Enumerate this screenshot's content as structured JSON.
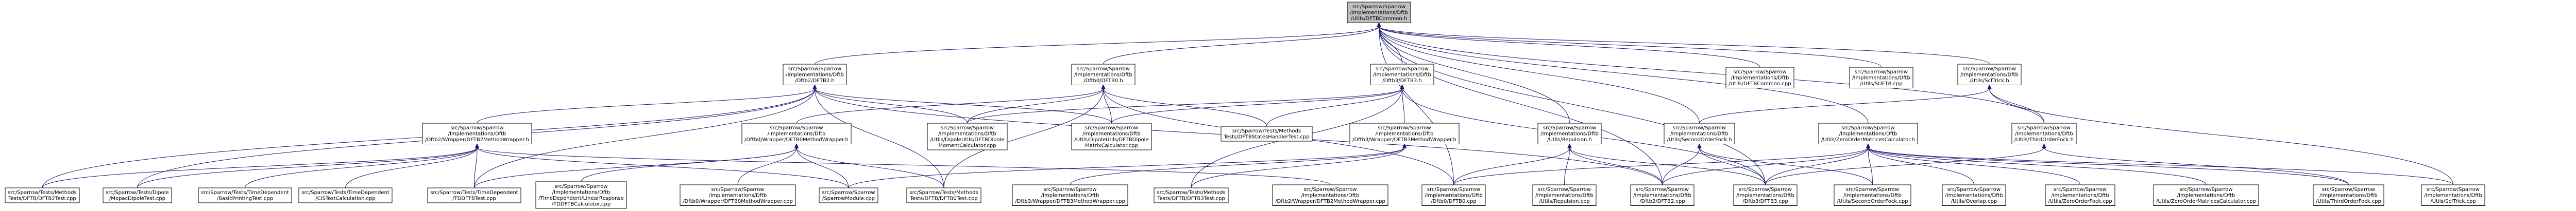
{
  "graph": {
    "nodes": [
      {
        "id": "root",
        "lines": [
          "src/Sparrow/Sparrow",
          "/Implementations/Dftb",
          "/Utils/DFTBCommon.h"
        ],
        "root": true
      },
      {
        "id": "dftb2_h",
        "lines": [
          "src/Sparrow/Sparrow",
          "/Implementations/Dftb",
          "/Dftb2/DFTB2.h"
        ]
      },
      {
        "id": "dftb0_h",
        "lines": [
          "src/Sparrow/Sparrow",
          "/Implementations/Dftb",
          "/Dftb0/DFTB0.h"
        ]
      },
      {
        "id": "dftb3_h",
        "lines": [
          "src/Sparrow/Sparrow",
          "/Implementations/Dftb",
          "/Dftb3/DFTB3.h"
        ]
      },
      {
        "id": "dftbcommon_cpp",
        "lines": [
          "src/Sparrow/Sparrow",
          "/Implementations/Dftb",
          "/Utils/DFTBCommon.cpp"
        ]
      },
      {
        "id": "sdftb_cpp",
        "lines": [
          "src/Sparrow/Sparrow",
          "/Implementations/Dftb",
          "/Utils/SDFTB.cpp"
        ]
      },
      {
        "id": "scftrick_h",
        "lines": [
          "src/Sparrow/Sparrow",
          "/Implementations/Dftb",
          "/Utils/ScfTrick.h"
        ]
      },
      {
        "id": "dftb2_mw_h",
        "lines": [
          "src/Sparrow/Sparrow",
          "/Implementations/Dftb",
          "/Dftb2/Wrapper/DFTB2MethodWrapper.h"
        ]
      },
      {
        "id": "dftb0_mw_h",
        "lines": [
          "src/Sparrow/Sparrow",
          "/Implementations/Dftb",
          "/Dftb0/Wrapper/DFTB0MethodWrapper.h"
        ]
      },
      {
        "id": "dipole_moment_cpp",
        "lines": [
          "src/Sparrow/Sparrow",
          "/Implementations/Dftb",
          "/Utils/DipoleUtils/DFTBDipole",
          "MomentCalculator.cpp"
        ]
      },
      {
        "id": "dipole_matrix_cpp",
        "lines": [
          "src/Sparrow/Sparrow",
          "/Implementations/Dftb",
          "/Utils/DipoleUtils/DFTBDipole",
          "MatrixCalculator.cpp"
        ]
      },
      {
        "id": "dftb_states_test",
        "lines": [
          "src/Sparrow/Tests/Methods",
          "Tests/DFTBStatesHandlerTest.cpp"
        ]
      },
      {
        "id": "dftb3_mw_h",
        "lines": [
          "src/Sparrow/Sparrow",
          "/Implementations/Dftb",
          "/Dftb3/Wrapper/DFTB3MethodWrapper.h"
        ]
      },
      {
        "id": "repulsion_h",
        "lines": [
          "src/Sparrow/Sparrow",
          "/Implementations/Dftb",
          "/Utils/Repulsion.h"
        ]
      },
      {
        "id": "second_order_h",
        "lines": [
          "src/Sparrow/Sparrow",
          "/Implementations/Dftb",
          "/Utils/SecondOrderFock.h"
        ]
      },
      {
        "id": "zero_order_h",
        "lines": [
          "src/Sparrow/Sparrow",
          "/Implementations/Dftb",
          "/Utils/ZeroOrderMatricesCalculator.h"
        ]
      },
      {
        "id": "third_order_h",
        "lines": [
          "src/Sparrow/Sparrow",
          "/Implementations/Dftb",
          "/Utils/ThirdOrderFock.h"
        ]
      },
      {
        "id": "dftb2_test",
        "lines": [
          "src/Sparrow/Tests/Methods",
          "Tests/DFTB/DFTB2Test.cpp"
        ]
      },
      {
        "id": "mopac_dipole_test",
        "lines": [
          "src/Sparrow/Tests/Dipole",
          "/MopacDipoleTest.cpp"
        ]
      },
      {
        "id": "basic_printing_test",
        "lines": [
          "src/Sparrow/Tests/TimeDependent",
          "/BasicPrintingTest.cpp"
        ]
      },
      {
        "id": "cis_test",
        "lines": [
          "src/Sparrow/Tests/TimeDependent",
          "/CISTestCalculation.cpp"
        ]
      },
      {
        "id": "tddftb_test",
        "lines": [
          "src/Sparrow/Tests/TimeDependent",
          "/TDDFTBTest.cpp"
        ]
      },
      {
        "id": "tddftb_calc_cpp",
        "lines": [
          "src/Sparrow/Sparrow",
          "/Implementations/Dftb",
          "/TimeDependent/LinearResponse",
          "/TDDFTBCalculator.cpp"
        ]
      },
      {
        "id": "dftb0_mw_cpp",
        "lines": [
          "src/Sparrow/Sparrow",
          "/Implementations/Dftb",
          "/Dftb0/Wrapper/DFTB0MethodWrapper.cpp"
        ]
      },
      {
        "id": "sparrow_module_cpp",
        "lines": [
          "src/Sparrow/Sparrow",
          "/SparrowModule.cpp"
        ]
      },
      {
        "id": "dftb0_test",
        "lines": [
          "src/Sparrow/Tests/Methods",
          "Tests/DFTB/DFTB0Test.cpp"
        ]
      },
      {
        "id": "dftb3_mw_cpp",
        "lines": [
          "src/Sparrow/Sparrow",
          "/Implementations/Dftb",
          "/Dftb3/Wrapper/DFTB3MethodWrapper.cpp"
        ]
      },
      {
        "id": "dftb3_test",
        "lines": [
          "src/Sparrow/Tests/Methods",
          "Tests/DFTB/DFTB3Test.cpp"
        ]
      },
      {
        "id": "dftb2_mw_cpp",
        "lines": [
          "src/Sparrow/Sparrow",
          "/Implementations/Dftb",
          "/Dftb2/Wrapper/DFTB2MethodWrapper.cpp"
        ]
      },
      {
        "id": "dftb0_cpp",
        "lines": [
          "src/Sparrow/Sparrow",
          "/Implementations/Dftb",
          "/Dftb0/DFTB0.cpp"
        ]
      },
      {
        "id": "repulsion_cpp",
        "lines": [
          "src/Sparrow/Sparrow",
          "/Implementations/Dftb",
          "/Utils/Repulsion.cpp"
        ]
      },
      {
        "id": "dftb2_cpp",
        "lines": [
          "src/Sparrow/Sparrow",
          "/Implementations/Dftb",
          "/Dftb2/DFTB2.cpp"
        ]
      },
      {
        "id": "dftb3_cpp",
        "lines": [
          "src/Sparrow/Sparrow",
          "/Implementations/Dftb",
          "/Dftb3/DFTB3.cpp"
        ]
      },
      {
        "id": "second_order_cpp",
        "lines": [
          "src/Sparrow/Sparrow",
          "/Implementations/Dftb",
          "/Utils/SecondOrderFock.cpp"
        ]
      },
      {
        "id": "overlap_cpp",
        "lines": [
          "src/Sparrow/Sparrow",
          "/Implementations/Dftb",
          "/Utils/Overlap.cpp"
        ]
      },
      {
        "id": "zero_order_fock_cpp",
        "lines": [
          "src/Sparrow/Sparrow",
          "/Implementations/Dftb",
          "/Utils/ZeroOrderFock.cpp"
        ]
      },
      {
        "id": "zero_order_calc_cpp",
        "lines": [
          "src/Sparrow/Sparrow",
          "/Implementations/Dftb",
          "/Utils/ZeroOrderMatricesCalculator.cpp"
        ]
      },
      {
        "id": "third_order_cpp",
        "lines": [
          "src/Sparrow/Sparrow",
          "/Implementations/Dftb",
          "/Utils/ThirdOrderFock.cpp"
        ]
      },
      {
        "id": "scftrick_cpp",
        "lines": [
          "src/Sparrow/Sparrow",
          "/Implementations/Dftb",
          "/Utils/ScfTrick.cpp"
        ]
      }
    ],
    "edges": [
      [
        "root",
        "dftb2_h"
      ],
      [
        "root",
        "dftb0_h"
      ],
      [
        "root",
        "dftb3_h"
      ],
      [
        "root",
        "dftbcommon_cpp"
      ],
      [
        "root",
        "sdftb_cpp"
      ],
      [
        "root",
        "scftrick_h"
      ],
      [
        "root",
        "repulsion_h"
      ],
      [
        "root",
        "second_order_h"
      ],
      [
        "root",
        "zero_order_h"
      ],
      [
        "root",
        "third_order_h"
      ],
      [
        "root",
        "dftb0_cpp"
      ],
      [
        "root",
        "dftb2_cpp"
      ],
      [
        "root",
        "dftb3_cpp"
      ],
      [
        "dftb2_h",
        "dftb2_mw_h"
      ],
      [
        "dftb2_h",
        "dipole_moment_cpp"
      ],
      [
        "dftb2_h",
        "dipole_matrix_cpp"
      ],
      [
        "dftb2_h",
        "dftb2_test"
      ],
      [
        "dftb2_h",
        "mopac_dipole_test"
      ],
      [
        "dftb2_h",
        "tddftb_test"
      ],
      [
        "dftb2_h",
        "dftb2_cpp"
      ],
      [
        "dftb2_h",
        "dftb0_test"
      ],
      [
        "dftb0_h",
        "dftb0_mw_h"
      ],
      [
        "dftb0_h",
        "dipole_moment_cpp"
      ],
      [
        "dftb0_h",
        "dipole_matrix_cpp"
      ],
      [
        "dftb0_h",
        "dftb_states_test"
      ],
      [
        "dftb0_h",
        "dftb0_cpp"
      ],
      [
        "dftb0_h",
        "dftb0_test"
      ],
      [
        "dftb3_h",
        "dftb3_mw_h"
      ],
      [
        "dftb3_h",
        "dipole_moment_cpp"
      ],
      [
        "dftb3_h",
        "dipole_matrix_cpp"
      ],
      [
        "dftb3_h",
        "dftb_states_test"
      ],
      [
        "dftb3_h",
        "dftb3_cpp"
      ],
      [
        "dftb3_h",
        "dftb3_test"
      ],
      [
        "dftb2_mw_h",
        "dftb2_test"
      ],
      [
        "dftb2_mw_h",
        "mopac_dipole_test"
      ],
      [
        "dftb2_mw_h",
        "basic_printing_test"
      ],
      [
        "dftb2_mw_h",
        "cis_test"
      ],
      [
        "dftb2_mw_h",
        "tddftb_test"
      ],
      [
        "dftb2_mw_h",
        "sparrow_module_cpp"
      ],
      [
        "dftb2_mw_h",
        "dftb2_mw_cpp"
      ],
      [
        "dftb0_mw_h",
        "tddftb_test"
      ],
      [
        "dftb0_mw_h",
        "tddftb_calc_cpp"
      ],
      [
        "dftb0_mw_h",
        "dftb0_mw_cpp"
      ],
      [
        "dftb0_mw_h",
        "sparrow_module_cpp"
      ],
      [
        "dftb0_mw_h",
        "dftb0_test"
      ],
      [
        "dftb3_mw_h",
        "sparrow_module_cpp"
      ],
      [
        "dftb3_mw_h",
        "dftb3_mw_cpp"
      ],
      [
        "dftb3_mw_h",
        "dftb3_test"
      ],
      [
        "scftrick_h",
        "second_order_h"
      ],
      [
        "scftrick_h",
        "third_order_h"
      ],
      [
        "scftrick_h",
        "scftrick_cpp"
      ],
      [
        "repulsion_h",
        "dftb0_cpp"
      ],
      [
        "repulsion_h",
        "repulsion_cpp"
      ],
      [
        "repulsion_h",
        "dftb2_cpp"
      ],
      [
        "repulsion_h",
        "dftb3_cpp"
      ],
      [
        "second_order_h",
        "dftb2_cpp"
      ],
      [
        "second_order_h",
        "dftb3_cpp"
      ],
      [
        "second_order_h",
        "second_order_cpp"
      ],
      [
        "zero_order_h",
        "dftb0_cpp"
      ],
      [
        "zero_order_h",
        "dftb2_cpp"
      ],
      [
        "zero_order_h",
        "dftb3_cpp"
      ],
      [
        "zero_order_h",
        "second_order_cpp"
      ],
      [
        "zero_order_h",
        "overlap_cpp"
      ],
      [
        "zero_order_h",
        "zero_order_fock_cpp"
      ],
      [
        "zero_order_h",
        "zero_order_calc_cpp"
      ],
      [
        "zero_order_h",
        "third_order_cpp"
      ],
      [
        "zero_order_h",
        "scftrick_cpp"
      ],
      [
        "third_order_h",
        "dftb3_cpp"
      ],
      [
        "third_order_h",
        "third_order_cpp"
      ]
    ]
  }
}
